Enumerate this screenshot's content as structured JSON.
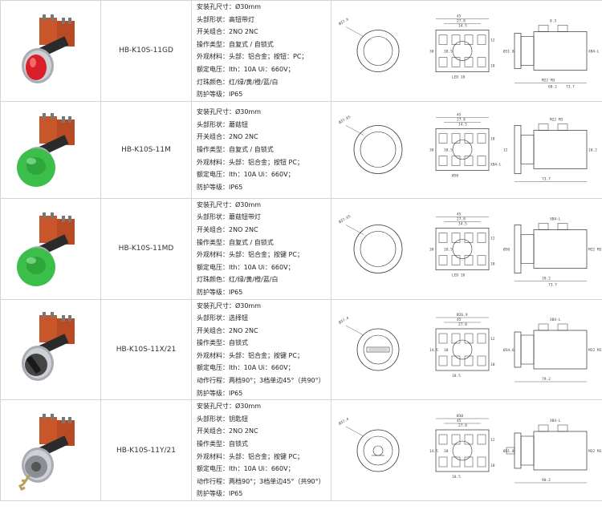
{
  "products": [
    {
      "model": "HB-K10S-11GD",
      "head_type": "illuminated-flush",
      "button_color": "#d81f2a",
      "specs": [
        "安装孔尺寸：Ø30mm",
        "头部形状：高钮带灯",
        "开关组合：2NO 2NC",
        "操作类型：自复式 / 自锁式",
        "外观材料：头部：铝合金；按钮：PC；",
        "额定电压：Ith：10A Ui：660V；",
        "灯珠颜色：红/绿/黄/橙/蓝/白",
        "防护等级：IP65"
      ],
      "drawing": {
        "front_label": "Ø37.6",
        "dims": [
          "45",
          "27.8",
          "14.5",
          "30",
          "18.5",
          "LED 18",
          "Ø31.8",
          "12",
          "10",
          "0.3",
          "XB4-L",
          "M22 M3",
          "68.2",
          "73.7"
        ]
      }
    },
    {
      "model": "HB-K10S-11M",
      "head_type": "mushroom",
      "button_color": "#3bbf4a",
      "specs": [
        "安装孔尺寸：Ø30mm",
        "头部形状：蘑菇钮",
        "开关组合：2NO 2NC",
        "操作类型：自复式 / 自锁式",
        "外观材料：头部：铝合金；按钮 PC；",
        "额定电压：Ith：10A Ui：660V；",
        "防护等级：IP65"
      ],
      "drawing": {
        "front_label": "Ø37.65",
        "dims": [
          "45",
          "27.8",
          "14.5",
          "30",
          "18.5",
          "Ø50",
          "12",
          "10",
          "XB4-L",
          "M22 M3",
          "10.2",
          "73.7"
        ]
      }
    },
    {
      "model": "HB-K10S-11MD",
      "head_type": "mushroom-lit",
      "button_color": "#3bbf4a",
      "specs": [
        "安装孔尺寸：Ø30mm",
        "头部形状：蘑菇钮带灯",
        "开关组合：2NO 2NC",
        "操作类型：自复式 / 自锁式",
        "外观材料：头部：铝合金；按键 PC；",
        "额定电压：Ith：10A Ui：660V；",
        "灯珠颜色：红/绿/黄/橙/蓝/白",
        "防护等级：IP65"
      ],
      "drawing": {
        "front_label": "Ø37.65",
        "dims": [
          "45",
          "27.8",
          "14.5",
          "30",
          "18.5",
          "LED 18",
          "Ø50",
          "12",
          "10",
          "XB4-L",
          "M22 M3",
          "10.2",
          "73.7"
        ]
      }
    },
    {
      "model": "HB-K10S-11X/21",
      "head_type": "selector",
      "button_color": "#1a1a1a",
      "specs": [
        "安装孔尺寸：Ø30mm",
        "头部形状：选择钮",
        "开关组合：2NO 2NC",
        "操作类型：自锁式",
        "外观材料：头部：铝合金；按键 PC；",
        "额定电压：Ith：10A Ui：660V；",
        "动作行程：两档90°；3档单边45°（共90°）",
        "防护等级：IP65"
      ],
      "drawing": {
        "front_label": "Ø37.4",
        "dims": [
          "Ø26.9",
          "45",
          "27.8",
          "14.5",
          "30",
          "18.5",
          "Ø34.6",
          "12",
          "10",
          "XB4-L",
          "M22 M3",
          "79.2"
        ]
      }
    },
    {
      "model": "HB-K10S-11Y/21",
      "head_type": "key",
      "button_color": "#8a8f96",
      "specs": [
        "安装孔尺寸：Ø30mm",
        "头部形状：钥匙钮",
        "开关组合：2NO 2NC",
        "操作类型：自锁式",
        "外观材料：头部：铝合金；按键 PC；",
        "额定电压：Ith：10A Ui：660V；",
        "动作行程：两档90°；3档单边45°（共90°）",
        "防护等级：IP65"
      ],
      "drawing": {
        "front_label": "Ø37.4",
        "dims": [
          "Ø30",
          "45",
          "27.8",
          "14.5",
          "30",
          "18.5",
          "Ø31.8",
          "12",
          "10",
          "XB4-L",
          "M22 M3",
          "90.2"
        ]
      }
    }
  ]
}
